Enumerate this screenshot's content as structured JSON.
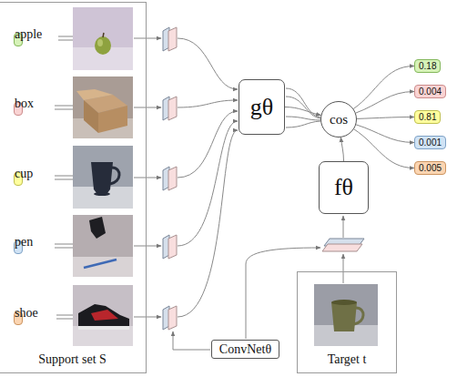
{
  "diagram": {
    "nodes": [
      {
        "text": [
          "Support set S"
        ]
      },
      {
        "text": [
          "apple"
        ],
        "in": 0
      },
      {
        "text": [
          "box"
        ],
        "in": 0
      },
      {
        "text": [
          "cup"
        ],
        "in": 0
      },
      {
        "text": [
          "pen"
        ],
        "in": 0
      },
      {
        "text": [
          "shoe"
        ],
        "in": 0
      },
      {
        "text": [
          "gθ"
        ]
      },
      {
        "text": [
          "cos"
        ]
      },
      {
        "text": [
          "fθ"
        ]
      },
      {
        "text": [
          "ConvNetθ"
        ]
      },
      {
        "text": [
          "Target t"
        ]
      },
      {
        "text": [
          "0.18"
        ]
      },
      {
        "text": [
          "0.004"
        ]
      },
      {
        "text": [
          "0.81"
        ]
      },
      {
        "text": [
          "0.001"
        ]
      },
      {
        "text": [
          "0.005"
        ]
      }
    ],
    "edges": [
      {
        "from": 6,
        "to": 7,
        "arrow": "to"
      },
      {
        "from": 8,
        "to": 7,
        "arrow": "to"
      },
      {
        "from": 7,
        "to": 11,
        "arrow": "to"
      },
      {
        "from": 7,
        "to": 12,
        "arrow": "to"
      },
      {
        "from": 7,
        "to": 13,
        "arrow": "to"
      },
      {
        "from": 7,
        "to": 14,
        "arrow": "to"
      },
      {
        "from": 7,
        "to": 15,
        "arrow": "to"
      }
    ]
  }
}
